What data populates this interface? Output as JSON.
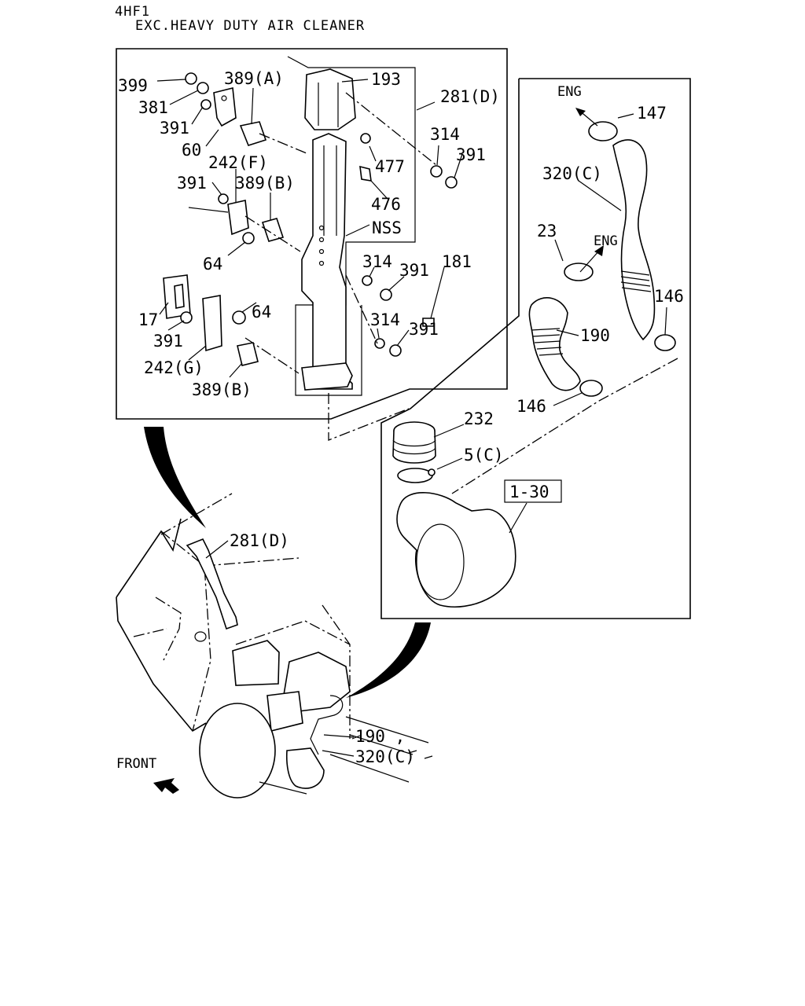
{
  "header": {
    "model": "4HF1",
    "subtitle": "EXC.HEAVY DUTY AIR CLEANER"
  },
  "callouts": {
    "p399": "399",
    "p381": "381",
    "p389a": "389(A)",
    "p391_a": "391",
    "p60": "60",
    "p193": "193",
    "p281d_top": "281(D)",
    "p314_a": "314",
    "p391_b": "391",
    "p477": "477",
    "p476": "476",
    "p242f": "242(F)",
    "p391_c": "391",
    "p389b_a": "389(B)",
    "nss": "NSS",
    "p64_a": "64",
    "p314_b": "314",
    "p391_d": "391",
    "p181": "181",
    "p64_b": "64",
    "p17": "17",
    "p391_e": "391",
    "p314_c": "314",
    "p391_f": "391",
    "p242g": "242(G)",
    "p389b_b": "389(B)",
    "eng_top": "ENG",
    "p147": "147",
    "p320c": "320(C)",
    "p23": "23",
    "eng_mid": "ENG",
    "p146_a": "146",
    "p190": "190",
    "p146_b": "146",
    "p232": "232",
    "p5c": "5(C)",
    "p1_30": "1-30",
    "p281d_bottom": "281(D)",
    "p190_bottom": "190 ,",
    "p320c_bottom": "320(C)",
    "front": "FRONT"
  },
  "icons": {
    "front_arrow": "front-arrow-icon",
    "eng_arrow": "eng-arrow-icon"
  }
}
